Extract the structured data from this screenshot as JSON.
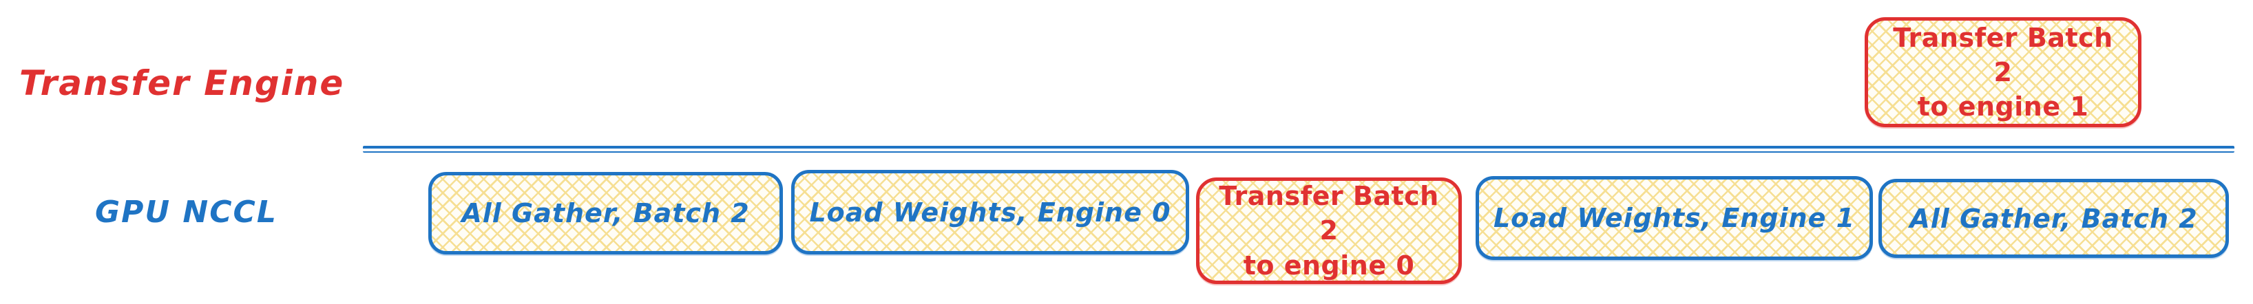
{
  "palette": {
    "red": "#e03131",
    "blue": "#1f74c4",
    "hatch_yellow": "#f6df93",
    "background": "#ffffff"
  },
  "rows": {
    "transfer_engine": {
      "label": "Transfer Engine"
    },
    "gpu_nccl": {
      "label": "GPU NCCL"
    }
  },
  "transfer_row": {
    "boxes": [
      {
        "label": "Transfer Batch 2\nto engine 1",
        "variant": "red"
      }
    ]
  },
  "gpu_row": {
    "boxes": [
      {
        "label": "All Gather, Batch 2",
        "variant": "blue"
      },
      {
        "label": "Load Weights, Engine 0",
        "variant": "blue"
      },
      {
        "label": "Transfer Batch 2\nto engine 0",
        "variant": "red"
      },
      {
        "label": "Load Weights, Engine 1",
        "variant": "blue"
      },
      {
        "label": "All Gather, Batch 2",
        "variant": "blue"
      }
    ]
  }
}
